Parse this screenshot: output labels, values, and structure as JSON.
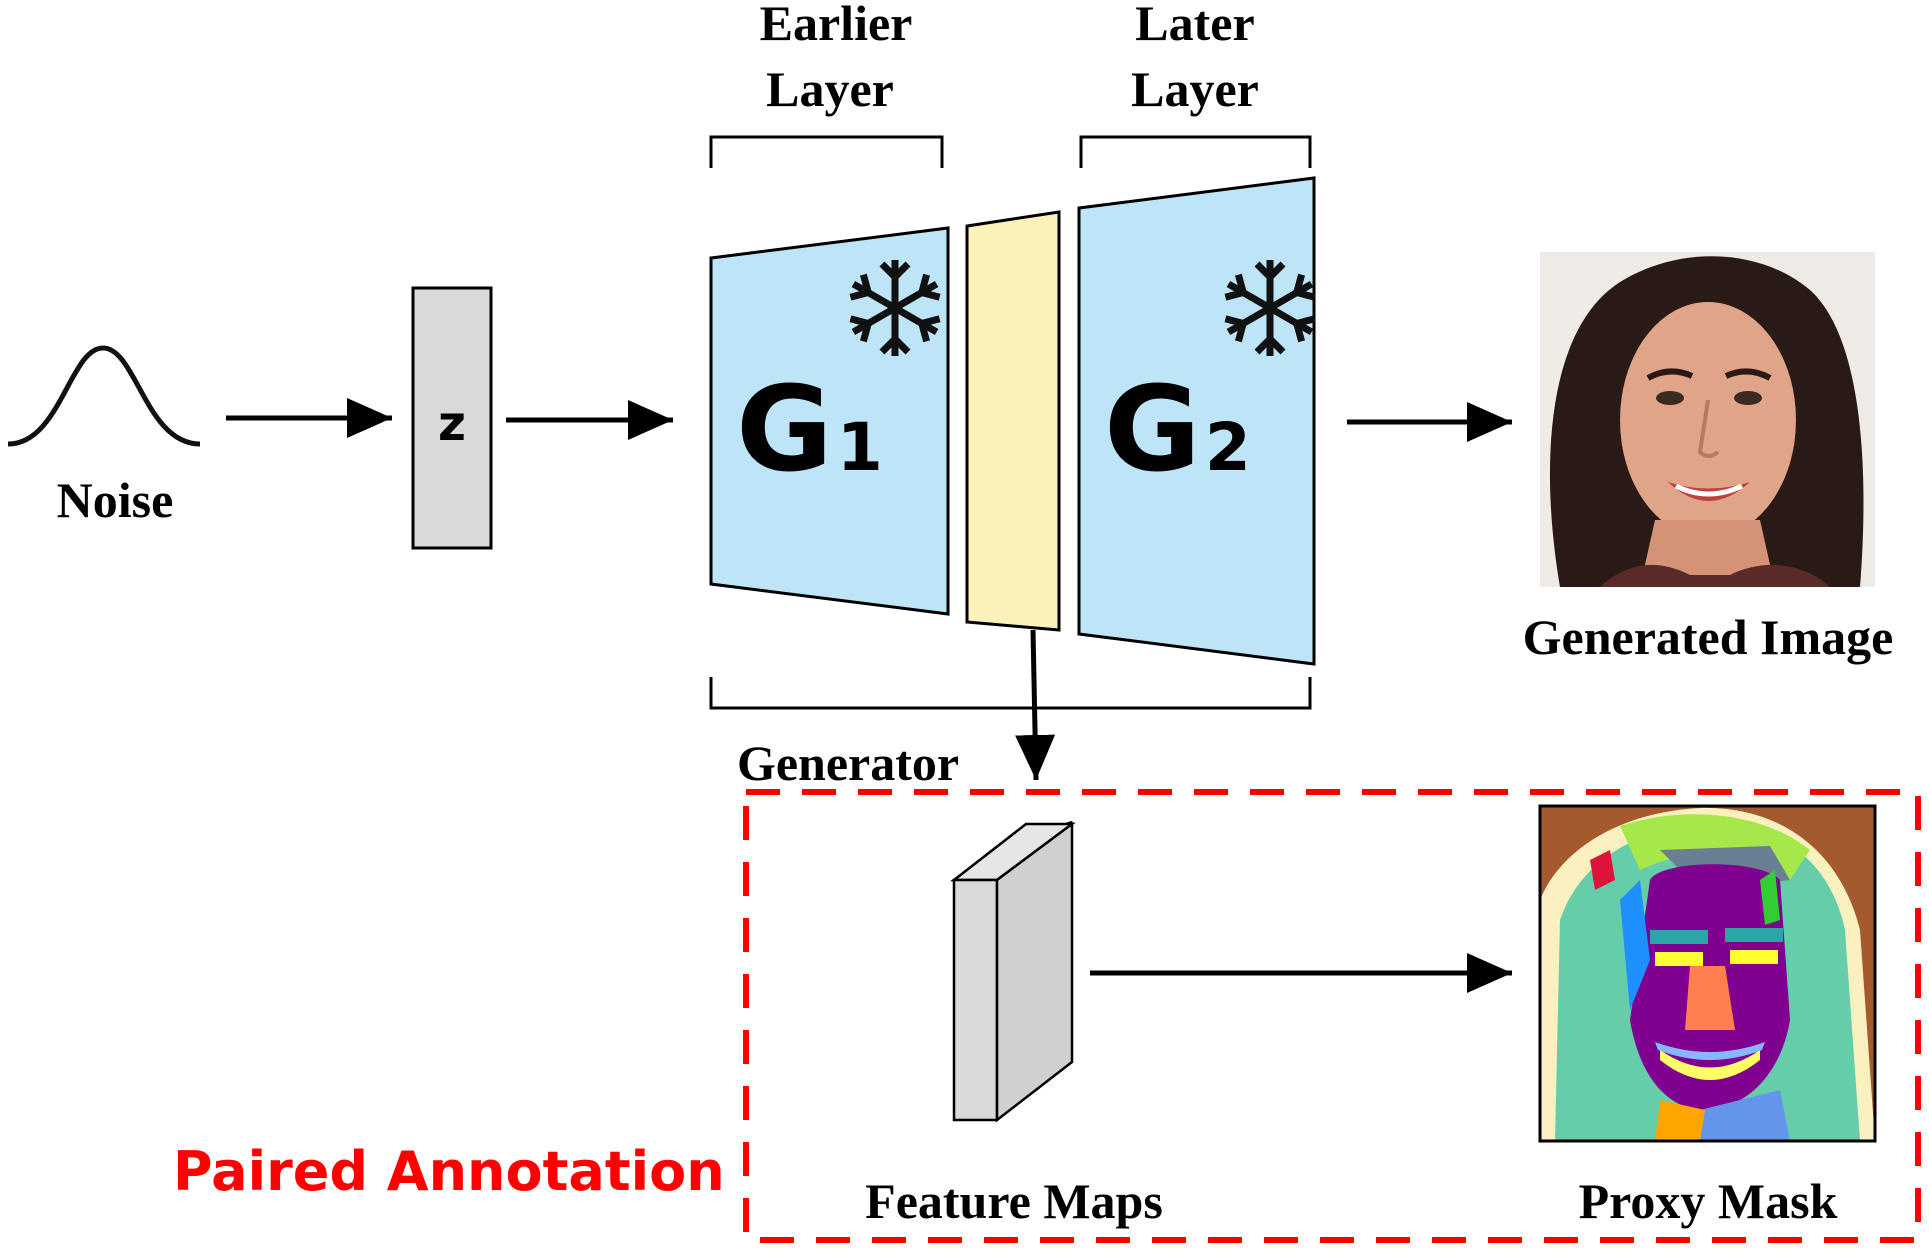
{
  "colors": {
    "generator_block": "#bde4f7",
    "intermediate_block": "#fbf1bb",
    "latent_block": "#d9d9d9",
    "feature_block": "#d9d9d9",
    "annotation_border": "#ff0000",
    "annotation_text": "#ff0000",
    "stroke": "#000000"
  },
  "labels": {
    "noise": "Noise",
    "latent": "z",
    "earlier_layer_line1": "Earlier",
    "earlier_layer_line2": "Layer",
    "later_layer_line1": "Later",
    "later_layer_line2": "Layer",
    "g1_letter": "G",
    "g1_sub": "1",
    "g2_letter": "G",
    "g2_sub": "2",
    "generator": "Generator",
    "generated_image": "Generated Image",
    "feature_maps": "Feature Maps",
    "proxy_mask": "Proxy Mask",
    "paired_annotation": "Paired Annotation"
  },
  "icons": {
    "freeze_g1": "snowflake-icon",
    "freeze_g2": "snowflake-icon",
    "noise": "gaussian-curve-icon"
  }
}
